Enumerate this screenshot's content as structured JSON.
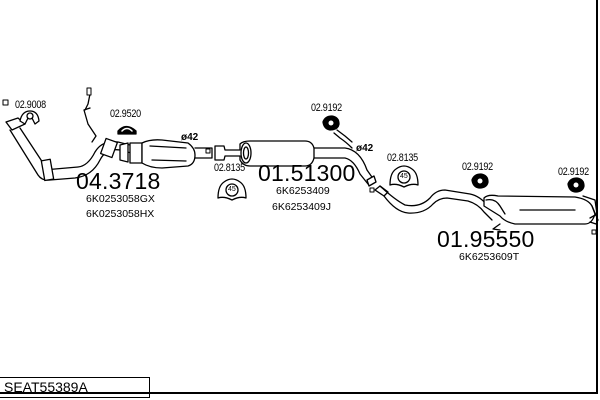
{
  "diagram_code": "SEAT55389A",
  "parts": [
    {
      "number": "04.3718",
      "refs": [
        "6K0253058GX",
        "6K0253058HX"
      ]
    },
    {
      "number": "01.51300",
      "refs": [
        "6K6253409",
        "6K6253409J"
      ]
    },
    {
      "number": "01.95550",
      "refs": [
        "6K6253609T"
      ]
    }
  ],
  "accessories": [
    {
      "number": "02.9008"
    },
    {
      "number": "02.9520"
    },
    {
      "number": "02.9192"
    },
    {
      "number": "02.8135",
      "badge": "45"
    },
    {
      "number": "02.8135",
      "badge": "45"
    },
    {
      "number": "02.9192"
    },
    {
      "number": "02.9192"
    }
  ],
  "diameters": [
    "ø42",
    "ø42"
  ],
  "colors": {
    "ink": "#000000",
    "background": "#ffffff"
  }
}
